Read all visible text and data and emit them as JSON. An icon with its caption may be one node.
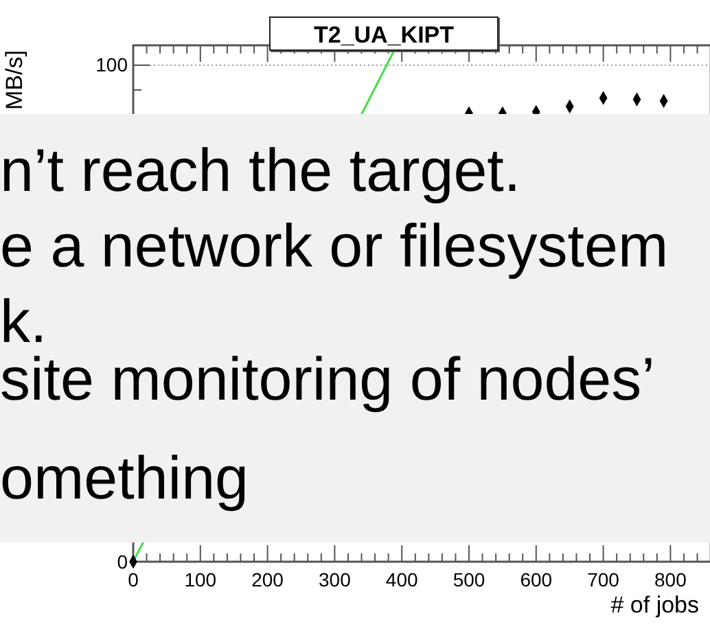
{
  "diagram": {
    "labels": [
      "n’t reach the target.",
      "e a network or filesystem",
      "k.",
      "site monitoring of nodes’",
      "omething"
    ],
    "chart_data": {
      "type": "scatter",
      "title": "T2_UA_KIPT",
      "xlabel": "# of jobs",
      "ylabel": "MB/s]",
      "x": [
        0,
        500,
        550,
        600,
        650,
        700,
        750,
        790
      ],
      "series": [
        {
          "color": "#000000",
          "values": [
            0,
            90.3,
            90.3,
            90.6,
            91.7,
            93.4,
            93.1,
            92.8
          ]
        }
      ],
      "xlim": [
        0,
        860
      ],
      "ylim": [
        0,
        104
      ],
      "xticks": [
        0,
        100,
        200,
        300,
        400,
        500,
        600,
        700,
        800
      ],
      "yticks": [
        0,
        100
      ]
    }
  }
}
